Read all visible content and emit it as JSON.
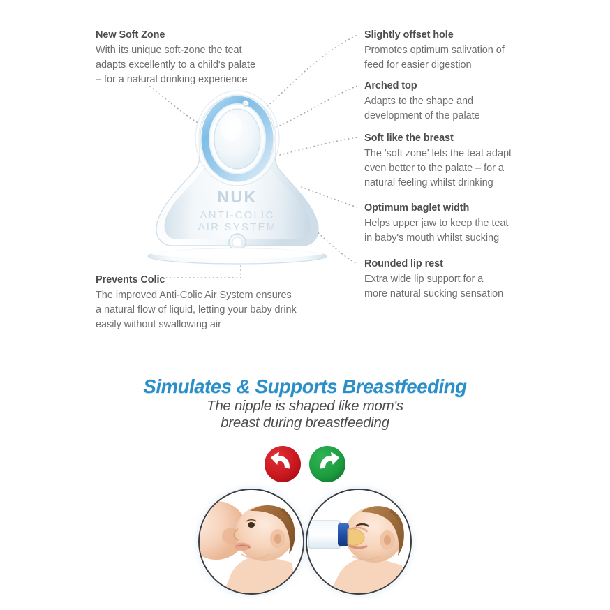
{
  "product": {
    "brand": "NUK",
    "emboss_line1": "ANTI-COLIC",
    "emboss_line2": "AIR SYSTEM",
    "alt": "NUK anti-colic silicone teat with blue soft zone"
  },
  "callouts": {
    "new_soft_zone": {
      "title": "New Soft Zone",
      "lines": [
        "With its unique soft-zone the teat",
        "adapts excellently to a child's palate",
        "– for a natural drinking experience"
      ]
    },
    "prevents_colic": {
      "title": "Prevents Colic",
      "lines": [
        "The improved Anti-Colic Air System ensures",
        "a natural flow of liquid, letting your baby drink",
        "easily without swallowing air"
      ]
    },
    "slightly_offset_hole": {
      "title": "Slightly offset hole",
      "lines": [
        "Promotes optimum salivation of",
        "feed for easier digestion"
      ]
    },
    "arched_top": {
      "title": "Arched top",
      "lines": [
        "Adapts to the shape and",
        "development of the palate"
      ]
    },
    "soft_like_the_breast": {
      "title": "Soft like the breast",
      "lines": [
        "The 'soft zone' lets the teat adapt",
        "even better to the palate – for a",
        "natural feeling whilst drinking"
      ]
    },
    "optimum_baglet_width": {
      "title": "Optimum baglet width",
      "lines": [
        "Helps upper jaw to keep the teat",
        "in baby's mouth whilst sucking"
      ]
    },
    "rounded_lip_rest": {
      "title": "Rounded lip rest",
      "lines": [
        "Extra wide lip support for a",
        "more natural sucking sensation"
      ]
    }
  },
  "breastfeeding_section": {
    "headline": "Simulates & Supports Breastfeeding",
    "subtitle_line1": "The nipple is shaped like mom's",
    "subtitle_line2": "breast during breastfeeding",
    "badges": [
      {
        "name": "red-rotate-left-badge",
        "color": "#c8161d",
        "direction": "counter-clockwise"
      },
      {
        "name": "green-rotate-right-badge",
        "color": "#1d9b3f",
        "direction": "clockwise"
      }
    ],
    "photos": [
      {
        "name": "baby-breastfeeding-photo",
        "caption": "Baby breastfeeding"
      },
      {
        "name": "baby-bottle-feeding-photo",
        "caption": "Baby feeding from NUK bottle"
      }
    ]
  },
  "colors": {
    "headline_blue": "#2a8fc9",
    "soft_zone_blue": "#8fc4e8",
    "soft_zone_blue_light": "#c4e0f3",
    "text_gray": "#6d6e71",
    "title_gray": "#4c4d4f",
    "leader_line_gray": "#a8a9ad",
    "badge_red": "#c8161d",
    "badge_green": "#1d9b3f"
  }
}
